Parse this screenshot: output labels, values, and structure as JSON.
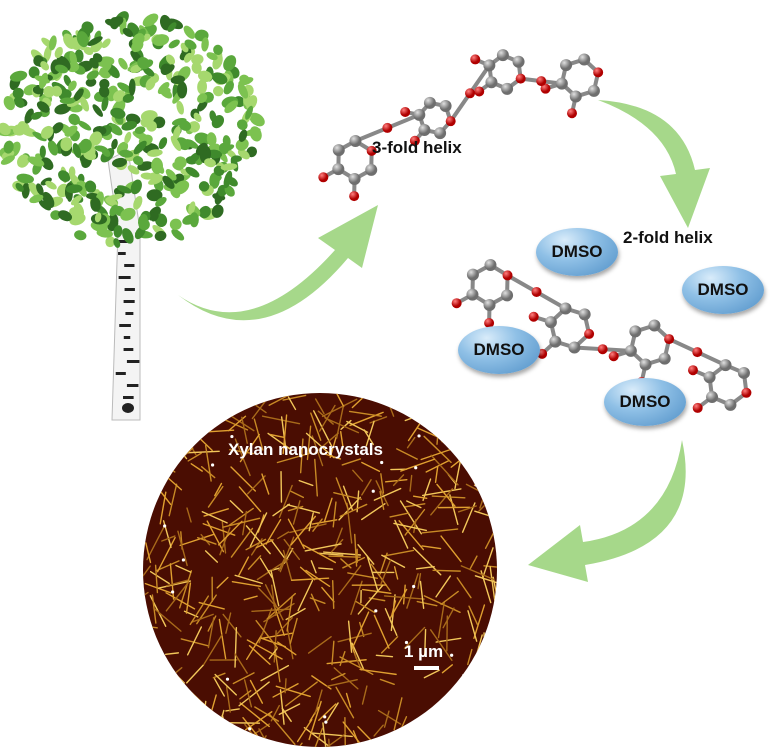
{
  "labels": {
    "helix3": "3-fold helix",
    "helix2": "2-fold helix",
    "nanocrystals": "Xylan nanocrystals",
    "scale": "1 µm"
  },
  "dmso": [
    "DMSO",
    "DMSO",
    "DMSO",
    "DMSO"
  ],
  "colors": {
    "arrow": "#9fd47f",
    "carbon": "#8a8a8a",
    "oxygen": "#d9171c",
    "afm_bg": "#4a0d02",
    "crystal": "#e0a030",
    "leaf": "#4e9a34"
  }
}
